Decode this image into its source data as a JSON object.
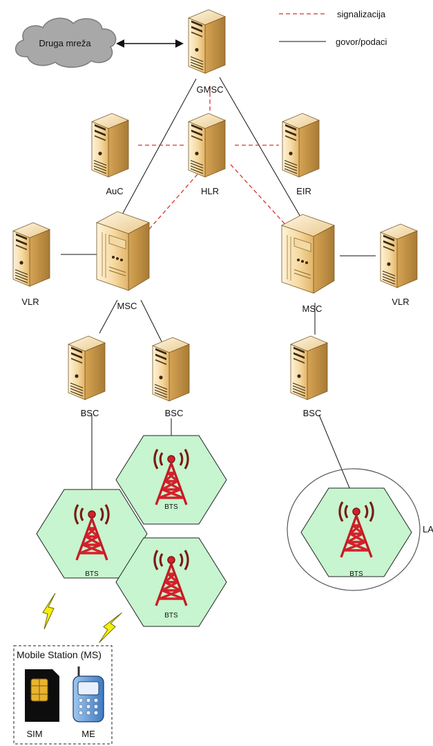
{
  "legend": {
    "signaling": "signalizacija",
    "voice_data": "govor/podaci"
  },
  "colors": {
    "signaling_line": "#d9332b",
    "voice_line": "#111111",
    "cell_fill": "#c6f5cf",
    "tower": "#d4202a",
    "bolt": "#f4ee11",
    "server_light": "#f8dca5",
    "server_dark": "#c99a4e"
  },
  "nodes": {
    "other_network": "Druga mreža",
    "gmsc": "GMSC",
    "auc": "AuC",
    "hlr": "HLR",
    "eir": "EIR",
    "vlr_left": "VLR",
    "vlr_right": "VLR",
    "msc_left": "MSC",
    "msc_right": "MSC",
    "bsc_1": "BSC",
    "bsc_2": "BSC",
    "bsc_3": "BSC"
  },
  "cells": {
    "bts_1": "BTS",
    "bts_2": "BTS",
    "bts_3": "BTS",
    "bts_4": "BTS"
  },
  "location_area": "LA",
  "mobile_station": {
    "title": "Mobile Station (MS)",
    "sim": "SIM",
    "me": "ME"
  }
}
